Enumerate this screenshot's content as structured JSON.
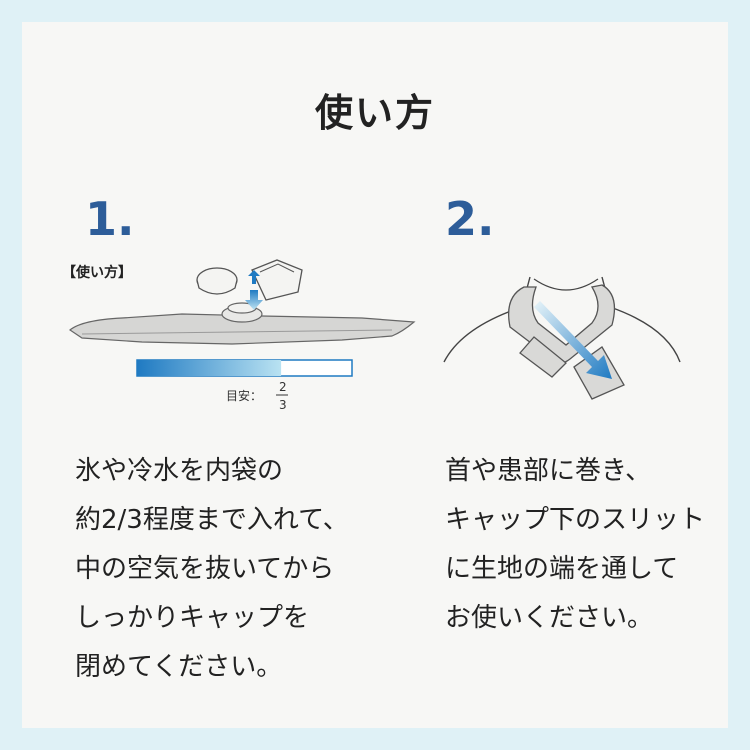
{
  "title": "使い方",
  "steps": [
    {
      "number": "1.",
      "label": "【使い方】",
      "measure_label": "目安：",
      "fraction": {
        "num": "2",
        "den": "3"
      },
      "fill_level": 0.67,
      "lines": [
        "氷や冷水を内袋の",
        "約2/3程度まで入れて、",
        "中の空気を抜いてから",
        "しっかりキャップを",
        "閉めてください。"
      ]
    },
    {
      "number": "2.",
      "lines": [
        "首や患部に巻き、",
        "キャップ下のスリット",
        "に生地の端を通して",
        "お使いください。"
      ]
    }
  ],
  "colors": {
    "background": "#dff1f6",
    "card": "#f7f7f5",
    "accent": "#2d5d99",
    "gauge": "#1f7ac2"
  }
}
